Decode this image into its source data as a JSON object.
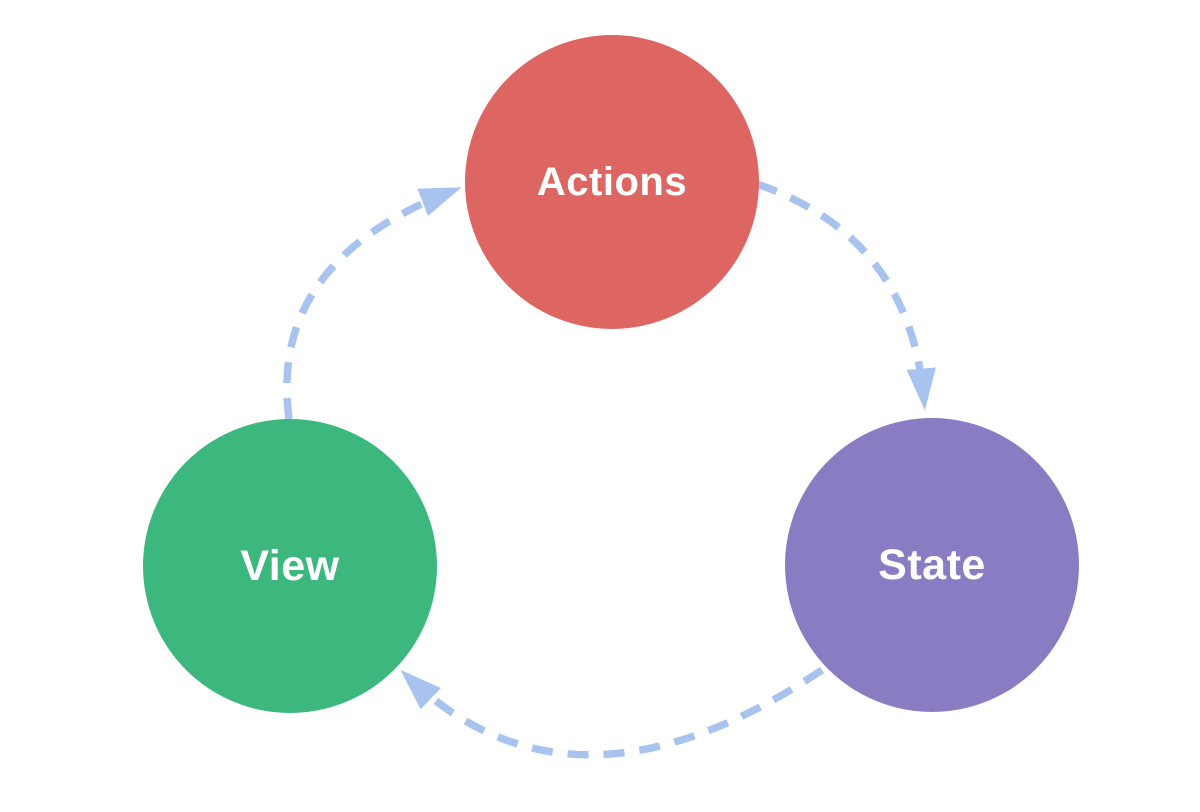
{
  "diagram": {
    "type": "cycle-flow",
    "description": "One-way data flow cycle between Actions, State and View",
    "background_color": "#ffffff",
    "arrow_color": "#a9c3ef",
    "arrow_style": "dashed",
    "nodes": [
      {
        "id": "actions",
        "label": "Actions",
        "shape": "circle",
        "color": "#dd6663",
        "text_color": "#ffffff",
        "position": "top-center"
      },
      {
        "id": "view",
        "label": "View",
        "shape": "circle",
        "color": "#3cb87e",
        "text_color": "#ffffff",
        "position": "bottom-left"
      },
      {
        "id": "state",
        "label": "State",
        "shape": "circle",
        "color": "#8a7cc2",
        "text_color": "#ffffff",
        "position": "bottom-right"
      }
    ],
    "edges": [
      {
        "from": "view",
        "to": "actions",
        "style": "dashed",
        "direction": "clockwise"
      },
      {
        "from": "actions",
        "to": "state",
        "style": "dashed",
        "direction": "clockwise"
      },
      {
        "from": "state",
        "to": "view",
        "style": "dashed",
        "direction": "clockwise"
      }
    ]
  }
}
